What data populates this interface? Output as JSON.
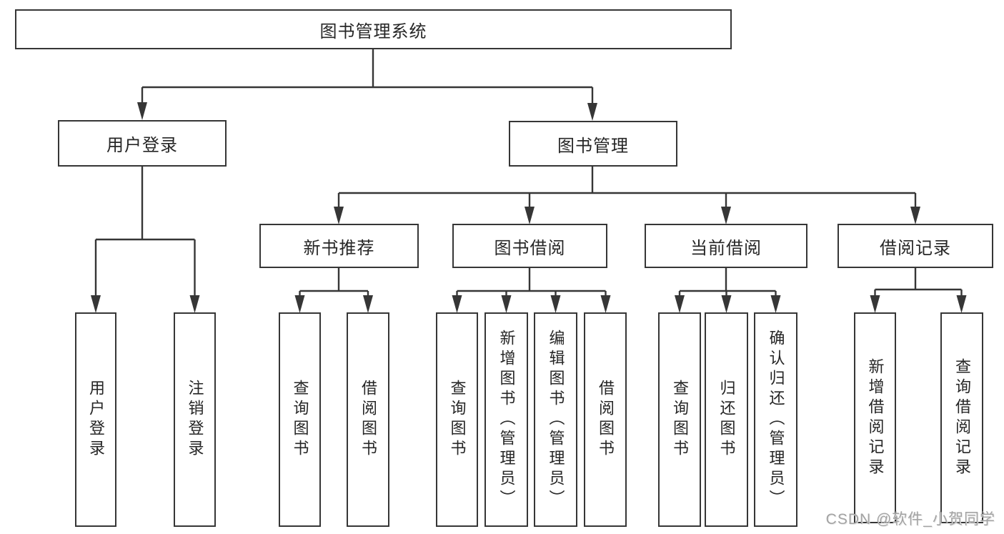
{
  "diagram": {
    "nodes": {
      "root": "图书管理系统",
      "user_login": "用户登录",
      "book_mgmt": "图书管理",
      "new_books": "新书推荐",
      "book_borrow": "图书借阅",
      "current_borrow": "当前借阅",
      "borrow_records": "借阅记录"
    },
    "leaves": {
      "user_login": [
        "用户登录",
        "注销登录"
      ],
      "new_books": [
        "查询图书",
        "借阅图书"
      ],
      "book_borrow": [
        "查询图书",
        "新增图书（管理员）",
        "编辑图书（管理员）",
        "借阅图书"
      ],
      "current_borrow": [
        "查询图书",
        "归还图书",
        "确认归还（管理员）"
      ],
      "borrow_records": [
        "新增借阅记录",
        "查询借阅记录"
      ]
    },
    "watermark": "CSDN @软件_小贺同学",
    "colors": {
      "line": "#363636",
      "text": "#262626",
      "box_border": "#363636",
      "background": "#ffffff",
      "watermark": "#a3a3a3"
    }
  }
}
